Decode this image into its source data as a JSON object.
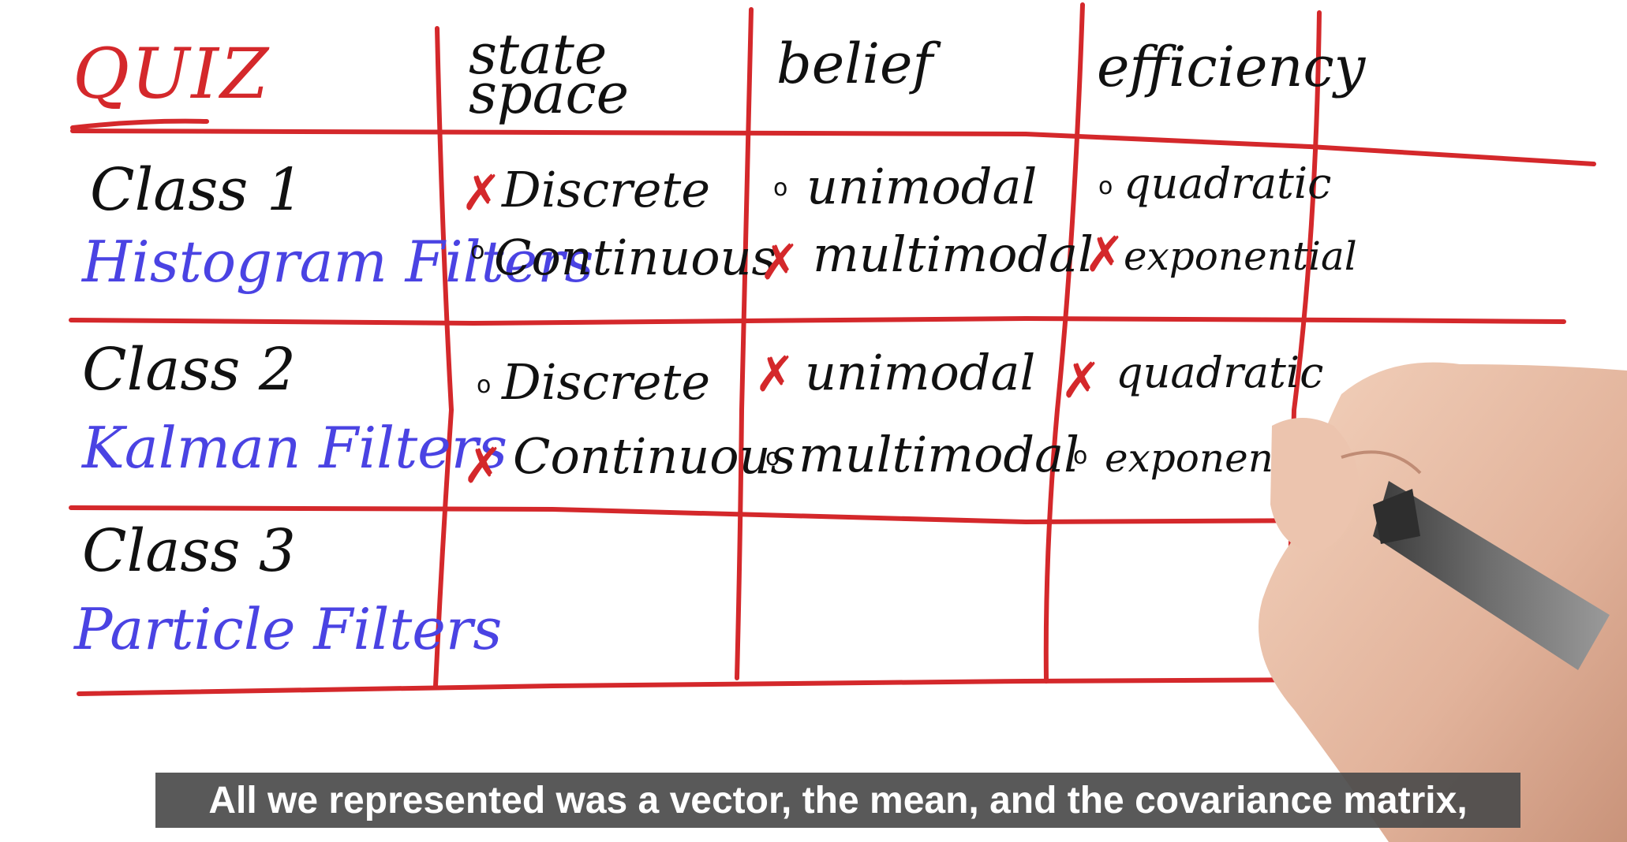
{
  "quiz_title": "QUIZ",
  "columns": [
    "state\nspace",
    "belief",
    "efficiency"
  ],
  "rows": [
    {
      "class": "Class 1",
      "filter": "Histogram Filters",
      "state_space": [
        {
          "label": "Discrete",
          "checked": true
        },
        {
          "label": "Continuous",
          "checked": false
        }
      ],
      "belief": [
        {
          "label": "unimodal",
          "checked": false
        },
        {
          "label": "multimodal",
          "checked": true
        }
      ],
      "efficiency": [
        {
          "label": "quadratic",
          "checked": false
        },
        {
          "label": "exponential",
          "checked": true
        }
      ]
    },
    {
      "class": "Class 2",
      "filter": "Kalman Filters",
      "state_space": [
        {
          "label": "Discrete",
          "checked": false
        },
        {
          "label": "Continuous",
          "checked": true
        }
      ],
      "belief": [
        {
          "label": "unimodal",
          "checked": true
        },
        {
          "label": "multimodal",
          "checked": false
        }
      ],
      "efficiency": [
        {
          "label": "quadratic",
          "checked": true
        },
        {
          "label": "exponential",
          "checked": false
        }
      ]
    },
    {
      "class": "Class 3",
      "filter": "Particle Filters"
    }
  ],
  "caption": "All we represented was a vector, the mean, and the covariance matrix,",
  "colors": {
    "grid": "#d4282b",
    "filter_text": "#4a43e3",
    "ink": "#111111",
    "caption_bg": "#4b4b4b"
  }
}
